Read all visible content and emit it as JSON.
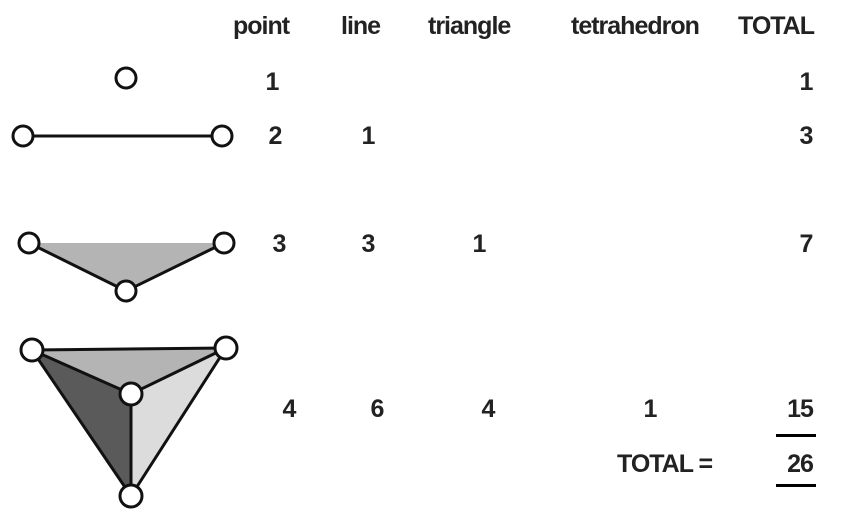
{
  "headers": {
    "point": "point",
    "line": "line",
    "triangle": "triangle",
    "tetrahedron": "tetrahedron",
    "total": "TOTAL"
  },
  "rows": [
    {
      "shape": "point",
      "point": "1",
      "line": "",
      "triangle": "",
      "tetrahedron": "",
      "total": "1"
    },
    {
      "shape": "line",
      "point": "2",
      "line": "1",
      "triangle": "",
      "tetrahedron": "",
      "total": "3"
    },
    {
      "shape": "triangle",
      "point": "3",
      "line": "3",
      "triangle": "1",
      "tetrahedron": "",
      "total": "7"
    },
    {
      "shape": "tetrahedron",
      "point": "4",
      "line": "6",
      "triangle": "4",
      "tetrahedron": "1",
      "total": "15"
    }
  ],
  "grand_total": {
    "label": "TOTAL =",
    "value": "26"
  },
  "colors": {
    "vertex_fill": "#ffffff",
    "stroke": "#111111",
    "triangle_fill": "#b4b4b4",
    "tetra_top_face": "#b4b4b4",
    "tetra_left_face": "#5a5a5a",
    "tetra_right_face": "#dcdcdc"
  }
}
